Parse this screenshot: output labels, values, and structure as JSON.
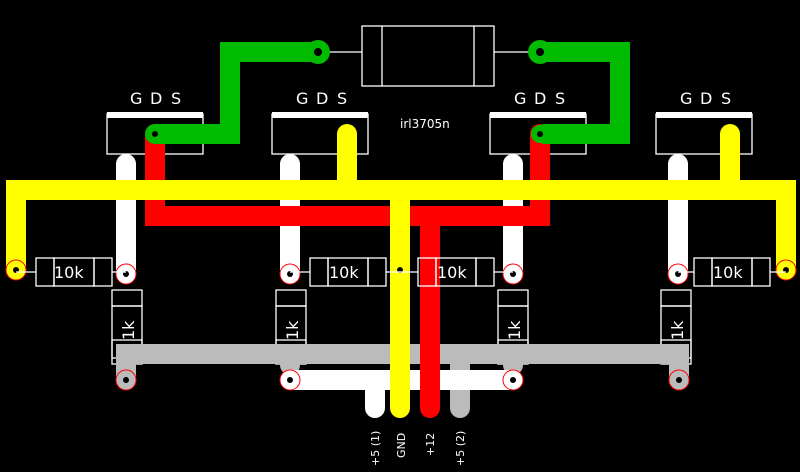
{
  "board": {
    "part_label": "irl3705n",
    "pin_labels": [
      "G",
      "D",
      "S"
    ],
    "resistor_10k": "10k",
    "resistor_1k": "1k",
    "connectors": [
      "+5 (1)",
      "GND",
      "+12",
      "+5 (2)"
    ]
  },
  "colors": {
    "background": "#000000",
    "silk": "#ffffff",
    "track_yellow": "#ffff00",
    "track_red": "#ff0000",
    "track_green": "#00bb00",
    "track_gray": "#bbbbbb",
    "track_white": "#ffffff"
  }
}
